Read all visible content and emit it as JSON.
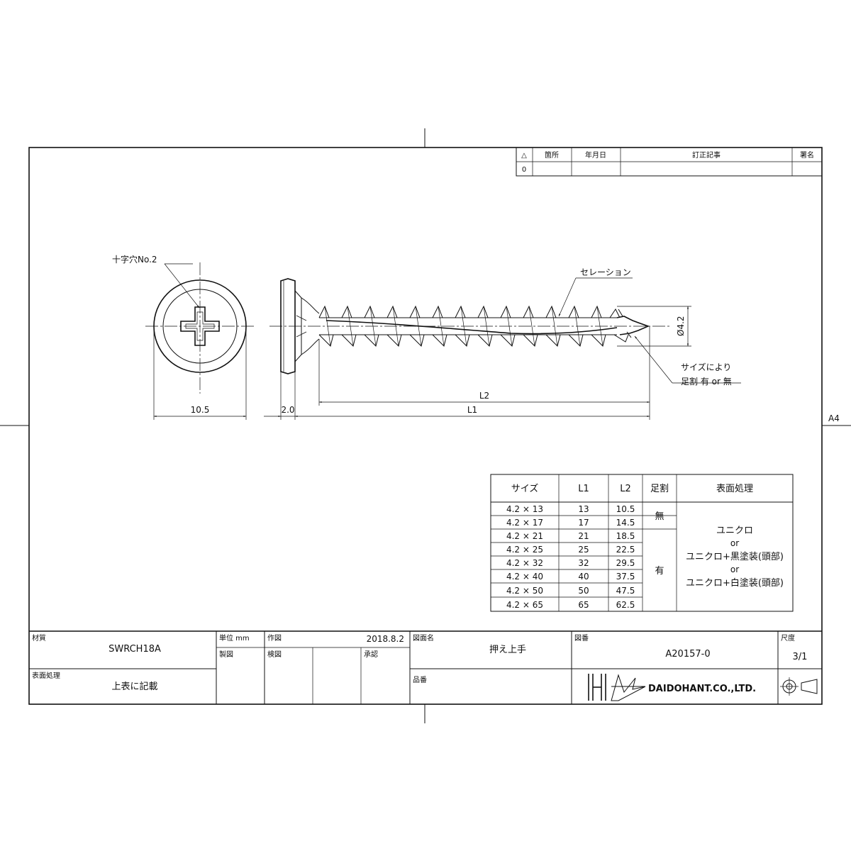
{
  "revision_table": {
    "headers": [
      "△",
      "箇所",
      "年月日",
      "訂正記事",
      "署名"
    ],
    "row": [
      "0",
      "",
      "",
      "",
      ""
    ]
  },
  "drawing": {
    "cross_recess_label": "十字穴No.2",
    "serration_label": "セレーション",
    "split_note_line1": "サイズにより",
    "split_note_line2": "足割 有 or 無",
    "dims": {
      "head_diameter": "10.5",
      "head_height": "2.0",
      "l1": "L1",
      "l2": "L2",
      "thread_diameter": "Ø4.2"
    },
    "paper_size": "A4"
  },
  "spec_table": {
    "headers": [
      "サイズ",
      "L1",
      "L2",
      "足割",
      "表面処理"
    ],
    "rows": [
      [
        "4.2 × 13",
        "13",
        "10.5"
      ],
      [
        "4.2 × 17",
        "17",
        "14.5"
      ],
      [
        "4.2 × 21",
        "21",
        "18.5"
      ],
      [
        "4.2 × 25",
        "25",
        "22.5"
      ],
      [
        "4.2 × 32",
        "32",
        "29.5"
      ],
      [
        "4.2 × 40",
        "40",
        "37.5"
      ],
      [
        "4.2 × 50",
        "50",
        "47.5"
      ],
      [
        "4.2 × 65",
        "65",
        "62.5"
      ]
    ],
    "split_none": "無",
    "split_yes": "有",
    "finish_lines": [
      "ユニクロ",
      "or",
      "ユニクロ+黒塗装(頭部)",
      "or",
      "ユニクロ+白塗装(頭部)"
    ]
  },
  "title_block": {
    "material_label": "材質",
    "material_value": "SWRCH18A",
    "finish_label": "表面処理",
    "finish_value": "上表に記載",
    "unit_label": "単位 mm",
    "drawn_label": "作図",
    "drawn_date": "2018.8.2",
    "drafted_label": "製図",
    "checked_label": "検図",
    "approved_label": "承認",
    "drawing_name_label": "図面名",
    "drawing_name_value": "押え上手",
    "drawing_no_label": "図番",
    "drawing_no_value": "A20157-0",
    "part_no_label": "品番",
    "scale_label": "尺度",
    "scale_value": "3/1",
    "company": "DAIDOHANT.CO.,LTD."
  }
}
